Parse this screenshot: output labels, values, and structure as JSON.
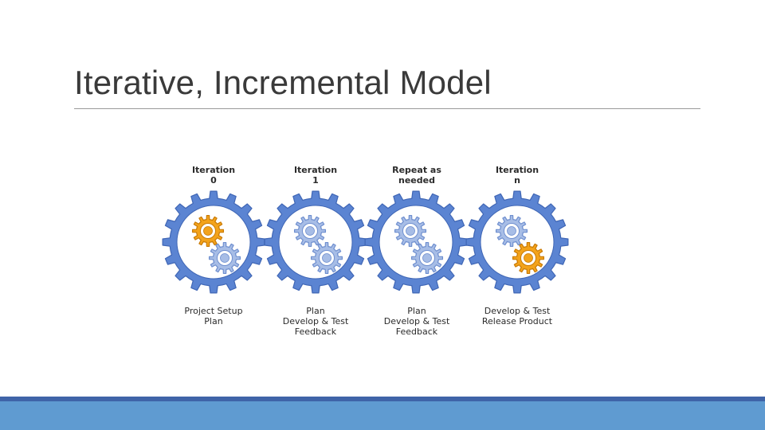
{
  "title": "Iterative, Incremental Model",
  "colors": {
    "outer_gear": "#5b84d2",
    "inner_gear": "#a7bde6",
    "active_gear": "#f3a31b",
    "title_rule": "#9a9a9a",
    "bottom_bar": "#5f9bd1",
    "bottom_bar_dark": "#3f64a8"
  },
  "stages": [
    {
      "heading": [
        "Iteration",
        "0"
      ],
      "caption": [
        "Project Setup",
        "Plan"
      ],
      "active_gear": "upper"
    },
    {
      "heading": [
        "Iteration",
        "1"
      ],
      "caption": [
        "Plan",
        "Develop & Test",
        "Feedback"
      ],
      "active_gear": "none"
    },
    {
      "heading": [
        "Repeat as",
        "needed"
      ],
      "caption": [
        "Plan",
        "Develop & Test",
        "Feedback"
      ],
      "active_gear": "none"
    },
    {
      "heading": [
        "Iteration",
        "n"
      ],
      "caption": [
        "Develop & Test",
        "Release Product"
      ],
      "active_gear": "lower"
    }
  ]
}
